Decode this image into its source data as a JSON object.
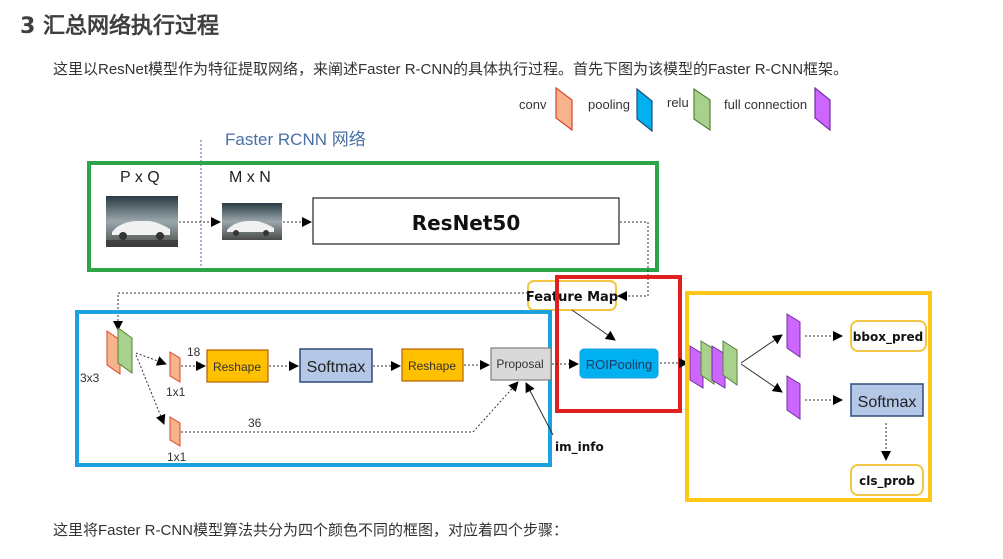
{
  "section": {
    "heading": "3 汇总网络执行过程",
    "intro": "这里以ResNet模型作为特征提取网络，来阐述Faster R-CNN的具体执行过程。首先下图为该模型的Faster R-CNN框架。",
    "outro": "这里将Faster R-CNN模型算法共分为四个颜色不同的框图，对应着四个步骤："
  },
  "legend": {
    "items": [
      {
        "label": "conv",
        "color": "#f7b38a",
        "stroke": "#d9442e"
      },
      {
        "label": "pooling",
        "color": "#00b0f0",
        "stroke": "#1f4e79"
      },
      {
        "label": "relu",
        "color": "#a9d18e",
        "stroke": "#548235"
      },
      {
        "label": "full connection",
        "color": "#cc66ff",
        "stroke": "#7030a0"
      }
    ]
  },
  "diagram": {
    "network_title": "Faster RCNN 网络",
    "input_size": "P x Q",
    "resized_size": "M x N",
    "backbone": "ResNet50",
    "feature_map": "Feature Map",
    "rpn": {
      "conv3x3": "3x3",
      "conv1x1_a": "1x1",
      "conv1x1_b": "1x1",
      "channels_cls": "18",
      "channels_reg": "36",
      "reshape1": "Reshape",
      "softmax": "Softmax",
      "reshape2": "Reshape",
      "proposal": "Proposal",
      "im_info": "im_info"
    },
    "roi_pooling": "ROIPooling",
    "head": {
      "bbox_pred": "bbox_pred",
      "softmax": "Softmax",
      "cls_prob": "cls_prob"
    },
    "box_colors": {
      "backbone_box": "#2ca447",
      "rpn_box": "#1aa1e0",
      "roi_box": "#e02020",
      "head_box": "#ffc61a"
    }
  }
}
